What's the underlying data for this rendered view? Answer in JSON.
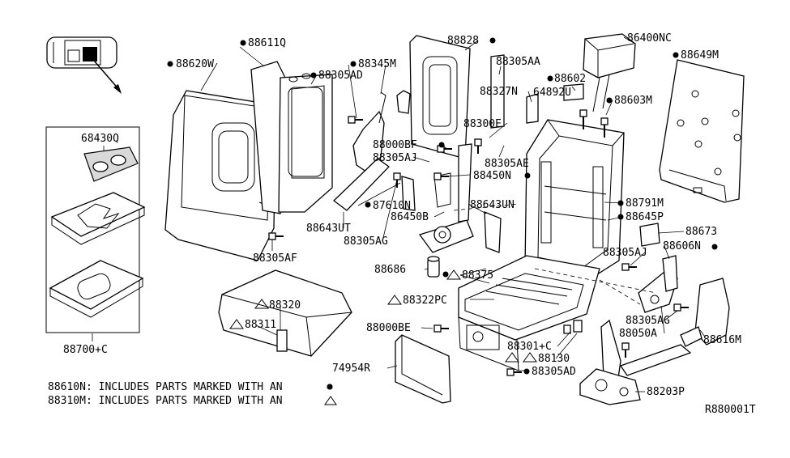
{
  "labels": {
    "p88611Q": "88611Q",
    "p88620W": "88620W",
    "p88345M": "88345M",
    "p88305AD_top": "88305AD",
    "p88828": "88828",
    "p88305AA": "88305AA",
    "p88327N": "88327N",
    "p88602": "88602",
    "p64892U": "64892U",
    "p86400NC": "86400NC",
    "p88649M": "88649M",
    "p88603M": "88603M",
    "p68430Q": "68430Q",
    "p88300E": "88300E",
    "p88000BF": "88000BF",
    "p88305AJ_mid": "88305AJ",
    "p88305AE": "88305AE",
    "p88450N": "88450N",
    "p87610N": "87610N",
    "p86450B": "86450B",
    "p88643UN": "88643UN",
    "p88791M": "88791M",
    "p88645P": "88645P",
    "p88643UT": "88643UT",
    "p88305AG_mid": "88305AG",
    "p88305AF": "88305AF",
    "p88673": "88673",
    "p88606N": "88606N",
    "p88305AJ_right": "88305AJ",
    "p88686": "88686",
    "p88375": "88375",
    "p88320": "88320",
    "p88322PC": "88322PC",
    "p88311": "88311",
    "p88305AG_right": "88305AG",
    "p88050A": "88050A",
    "p88616M": "88616M",
    "p88000BE": "88000BE",
    "p88301C": "88301+C",
    "p88130": "88130",
    "p74954R": "74954R",
    "p88305AD_bot": "88305AD",
    "p88203P": "88203P",
    "p88700C": "88700+C"
  },
  "notes": {
    "line1": "88610N: INCLUDES PARTS MARKED WITH AN",
    "line2": "88310M: INCLUDES PARTS MARKED WITH AN"
  },
  "diagram_code": "R880001T"
}
